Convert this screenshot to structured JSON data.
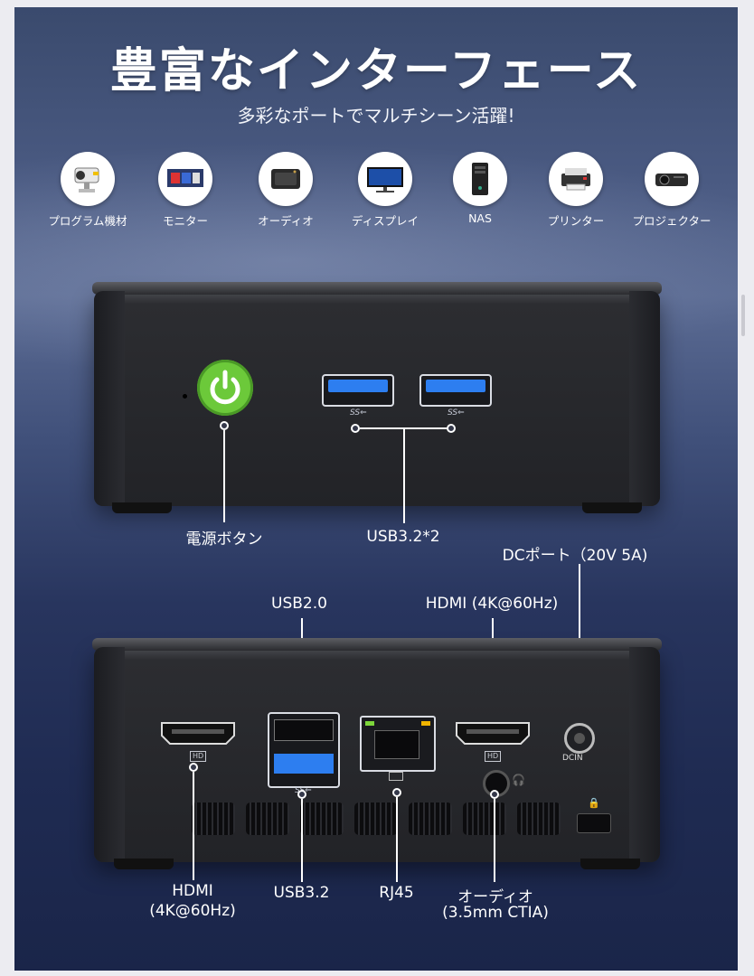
{
  "header": {
    "title": "豊富なインターフェース",
    "subtitle": "多彩なポートでマルチシーン活躍!"
  },
  "categories": [
    {
      "label": "プログラム機材",
      "icon": "camera-icon"
    },
    {
      "label": "モニター",
      "icon": "monitor-icon"
    },
    {
      "label": "オーディオ",
      "icon": "speaker-icon"
    },
    {
      "label": "ディスプレイ",
      "icon": "display-icon"
    },
    {
      "label": "NAS",
      "icon": "nas-icon"
    },
    {
      "label": "プリンター",
      "icon": "printer-icon"
    },
    {
      "label": "プロジェクター",
      "icon": "projector-icon"
    }
  ],
  "front": {
    "power_label": "電源ボタン",
    "usb_label": "USB3.2*2",
    "ss_mark": "SS⇐"
  },
  "rear": {
    "usb2_label": "USB2.0",
    "hdmi_top_label": "HDMI (4K@60Hz)",
    "dc_label": "DCポート（20V 5A)",
    "hdmi_bottom_line1": "HDMI",
    "hdmi_bottom_line2": "(4K@60Hz)",
    "usb32_label": "USB3.2",
    "rj45_label": "RJ45",
    "audio_line1": "オーディオ",
    "audio_line2": "(3.5mm CTIA)",
    "hd_mark": "HD",
    "dcin_mark": "DCIN"
  },
  "colors": {
    "power_green": "#6cc93a",
    "usb_blue": "#2d7ef0",
    "panel_dark": "#1f2b52"
  }
}
